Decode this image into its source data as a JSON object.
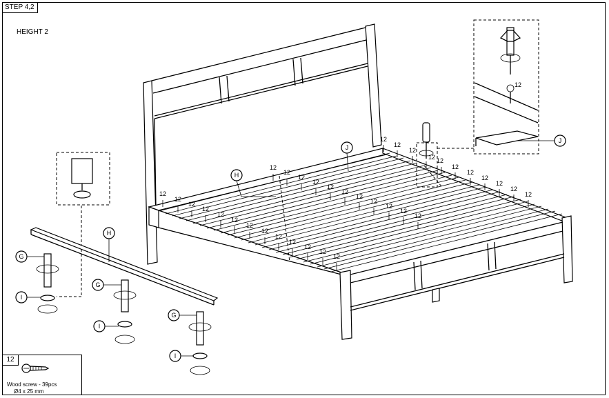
{
  "step_label": "STEP 4,2",
  "height_label": "HEIGHT 2",
  "part_labels": {
    "G": "G",
    "H": "H",
    "I": "I",
    "J": "J"
  },
  "screw_qty_label": "12",
  "legend": {
    "id": "12",
    "line1": "Wood screw - 39pcs",
    "line2": "Ø4 x 25 mm"
  }
}
